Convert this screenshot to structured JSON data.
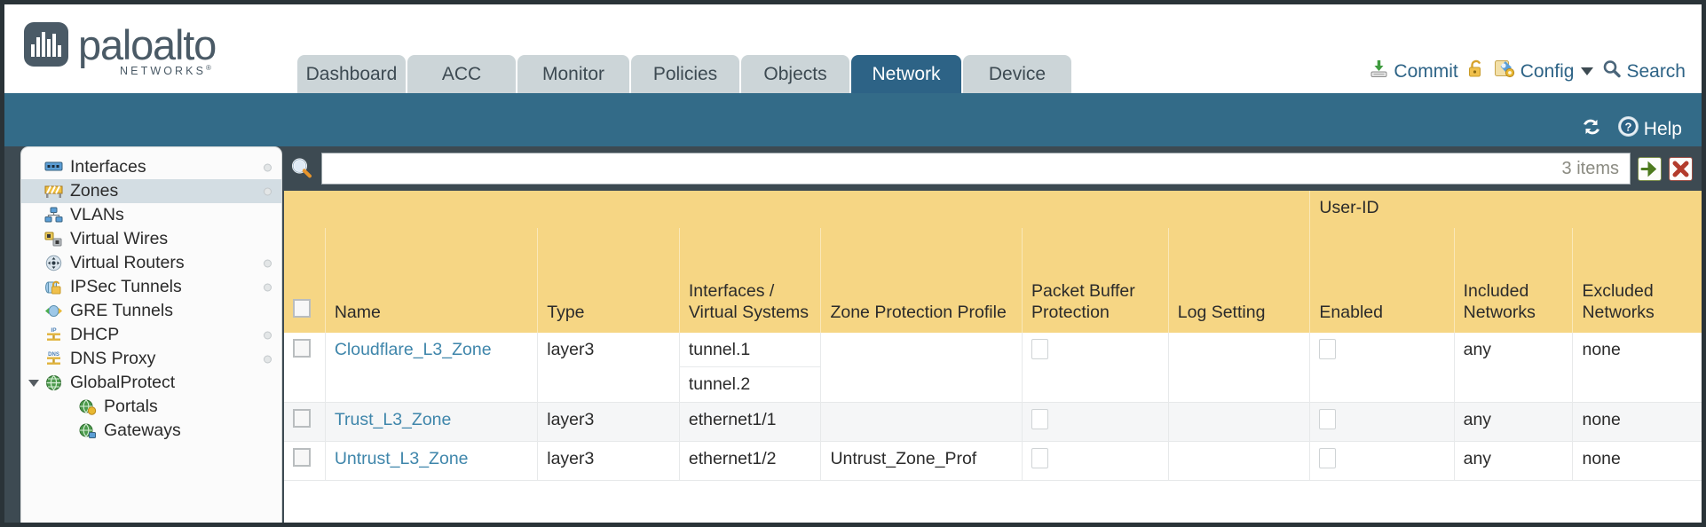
{
  "brand": {
    "name": "paloalto",
    "sub": "NETWORKS",
    "sup": "®"
  },
  "tabs": [
    {
      "label": "Dashboard",
      "active": false,
      "width": 122
    },
    {
      "label": "ACC",
      "active": false,
      "width": 122
    },
    {
      "label": "Monitor",
      "active": false,
      "width": 126
    },
    {
      "label": "Policies",
      "active": false,
      "width": 122
    },
    {
      "label": "Objects",
      "active": false,
      "width": 122
    },
    {
      "label": "Network",
      "active": true,
      "width": 124
    },
    {
      "label": "Device",
      "active": false,
      "width": 122
    }
  ],
  "toolbar": {
    "commit_label": "Commit",
    "commit_icon": "commit-download-icon",
    "lock_icon": "lock-icon",
    "config_label": "Config",
    "config_icon": "config-wrench-icon",
    "search_label": "Search",
    "search_icon": "search-icon"
  },
  "band": {
    "refresh_icon": "refresh-icon",
    "help_label": "Help",
    "help_icon": "help-question-icon"
  },
  "sidebar": {
    "items": [
      {
        "label": "Interfaces",
        "icon": "interfaces-icon",
        "selected": false,
        "dot": true,
        "child": false,
        "expander": false
      },
      {
        "label": "Zones",
        "icon": "zones-icon",
        "selected": true,
        "dot": true,
        "child": false,
        "expander": false
      },
      {
        "label": "VLANs",
        "icon": "vlans-icon",
        "selected": false,
        "dot": false,
        "child": false,
        "expander": false
      },
      {
        "label": "Virtual Wires",
        "icon": "virtual-wires-icon",
        "selected": false,
        "dot": false,
        "child": false,
        "expander": false
      },
      {
        "label": "Virtual Routers",
        "icon": "virtual-routers-icon",
        "selected": false,
        "dot": true,
        "child": false,
        "expander": false
      },
      {
        "label": "IPSec Tunnels",
        "icon": "ipsec-tunnels-icon",
        "selected": false,
        "dot": true,
        "child": false,
        "expander": false
      },
      {
        "label": "GRE Tunnels",
        "icon": "gre-tunnels-icon",
        "selected": false,
        "dot": false,
        "child": false,
        "expander": false
      },
      {
        "label": "DHCP",
        "icon": "dhcp-icon",
        "selected": false,
        "dot": true,
        "child": false,
        "expander": false
      },
      {
        "label": "DNS Proxy",
        "icon": "dns-proxy-icon",
        "selected": false,
        "dot": true,
        "child": false,
        "expander": false
      },
      {
        "label": "GlobalProtect",
        "icon": "globalprotect-icon",
        "selected": false,
        "dot": false,
        "child": false,
        "expander": true
      },
      {
        "label": "Portals",
        "icon": "portals-icon",
        "selected": false,
        "dot": false,
        "child": true,
        "expander": false
      },
      {
        "label": "Gateways",
        "icon": "gateways-icon",
        "selected": false,
        "dot": false,
        "child": true,
        "expander": false
      }
    ]
  },
  "search": {
    "value": "",
    "placeholder": "",
    "items_count": "3 items",
    "apply_icon": "apply-arrow-icon",
    "clear_icon": "clear-x-icon"
  },
  "table": {
    "group_header": {
      "label": "User-ID",
      "span": 3
    },
    "columns": [
      {
        "key": "check",
        "label": "",
        "width": 36
      },
      {
        "key": "name",
        "label": "Name",
        "width": 186
      },
      {
        "key": "type",
        "label": "Type",
        "width": 124
      },
      {
        "key": "ifaces",
        "label": "Interfaces / Virtual Systems",
        "width": 124
      },
      {
        "key": "zpp",
        "label": "Zone Protection Profile",
        "width": 176
      },
      {
        "key": "pbp",
        "label": "Packet Buffer Protection",
        "width": 128
      },
      {
        "key": "log",
        "label": "Log Setting",
        "width": 124
      },
      {
        "key": "enabled",
        "label": "Enabled",
        "width": 126
      },
      {
        "key": "incl",
        "label": "Included Networks",
        "width": 104
      },
      {
        "key": "excl",
        "label": "Excluded Networks",
        "width": 120
      }
    ],
    "rows": [
      {
        "selected": false,
        "name": "Cloudflare_L3_Zone",
        "type": "layer3",
        "interfaces": [
          "tunnel.1",
          "tunnel.2"
        ],
        "zone_protection_profile": "",
        "packet_buffer_protection": false,
        "log_setting": "",
        "enabled": false,
        "included_networks": "any",
        "excluded_networks": "none"
      },
      {
        "selected": false,
        "name": "Trust_L3_Zone",
        "type": "layer3",
        "interfaces": [
          "ethernet1/1"
        ],
        "zone_protection_profile": "",
        "packet_buffer_protection": false,
        "log_setting": "",
        "enabled": false,
        "included_networks": "any",
        "excluded_networks": "none"
      },
      {
        "selected": false,
        "name": "Untrust_L3_Zone",
        "type": "layer3",
        "interfaces": [
          "ethernet1/2"
        ],
        "zone_protection_profile": "Untrust_Zone_Prof",
        "packet_buffer_protection": false,
        "log_setting": "",
        "enabled": false,
        "included_networks": "any",
        "excluded_networks": "none"
      }
    ]
  },
  "colors": {
    "brand_slate": "#4a5a66",
    "band_blue": "#336b88",
    "tab_active": "#2d6386",
    "tab_inactive": "#ccd5d8",
    "header_amber": "#f6d684",
    "group_amber": "#e0ac3a",
    "link_blue": "#3f86ab",
    "chrome_dark": "#3d4a52",
    "selected_row": "#d3dde3"
  }
}
